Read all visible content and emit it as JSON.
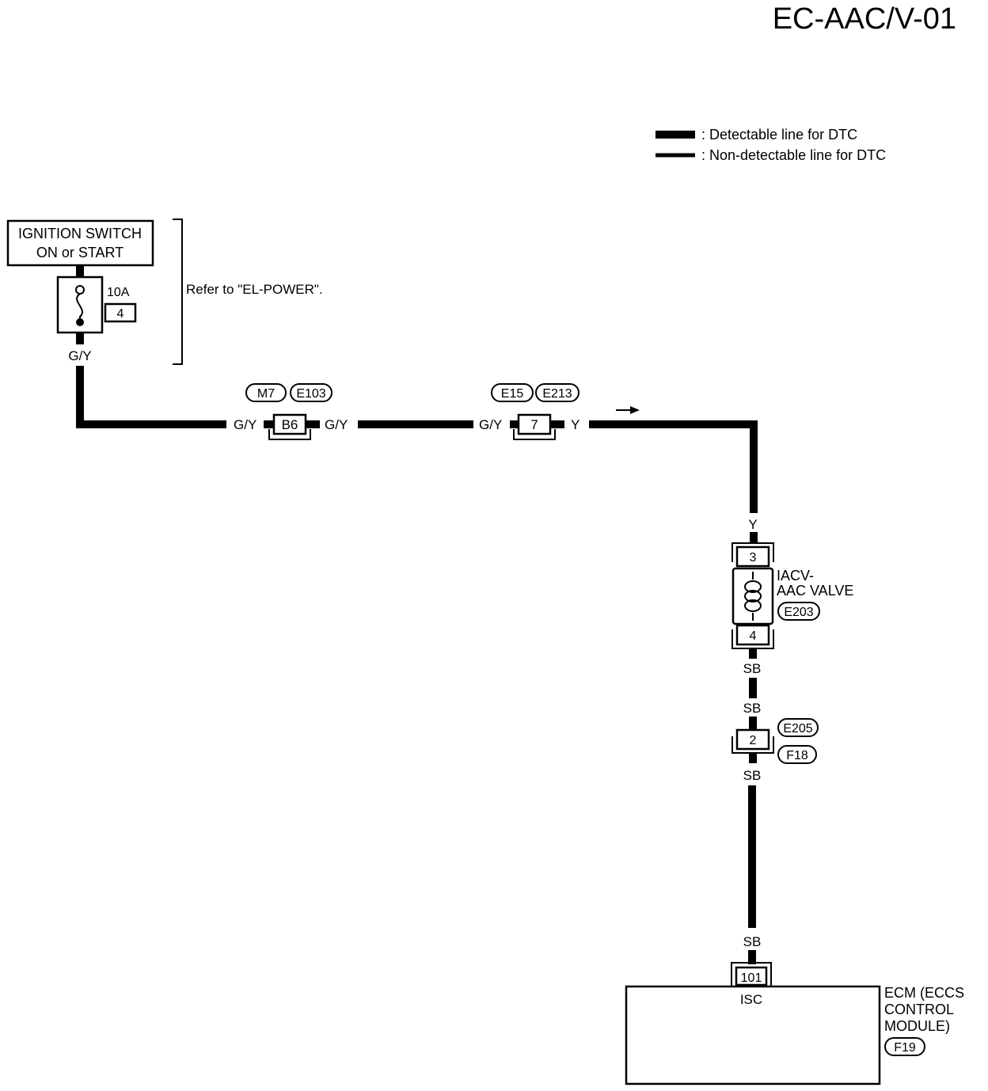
{
  "page_code": "EC-AAC/V-01",
  "legend": {
    "detectable": ": Detectable line for DTC",
    "non_detectable": ": Non-detectable line for DTC"
  },
  "ignition_switch": {
    "line1": "IGNITION SWITCH",
    "line2": "ON or START"
  },
  "fuse": {
    "rating": "10A",
    "number": "4"
  },
  "refer_note": "Refer to \"EL-POWER\".",
  "wire_colors": {
    "gy": "G/Y",
    "y": "Y",
    "sb": "SB"
  },
  "connector_b6": {
    "harness_left": "M7",
    "harness_right": "E103",
    "terminal": "B6"
  },
  "connector_7": {
    "harness_left": "E15",
    "harness_right": "E213",
    "terminal": "7"
  },
  "iacv": {
    "line1": "IACV-",
    "line2": "AAC VALVE",
    "connector": "E203",
    "pin_top": "3",
    "pin_bottom": "4"
  },
  "connector_2": {
    "harness_top": "E205",
    "harness_bottom": "F18",
    "terminal": "2"
  },
  "ecm": {
    "terminal": "101",
    "signal": "ISC",
    "line1": "ECM (ECCS",
    "line2": "CONTROL",
    "line3": "MODULE)",
    "connector": "F19"
  }
}
